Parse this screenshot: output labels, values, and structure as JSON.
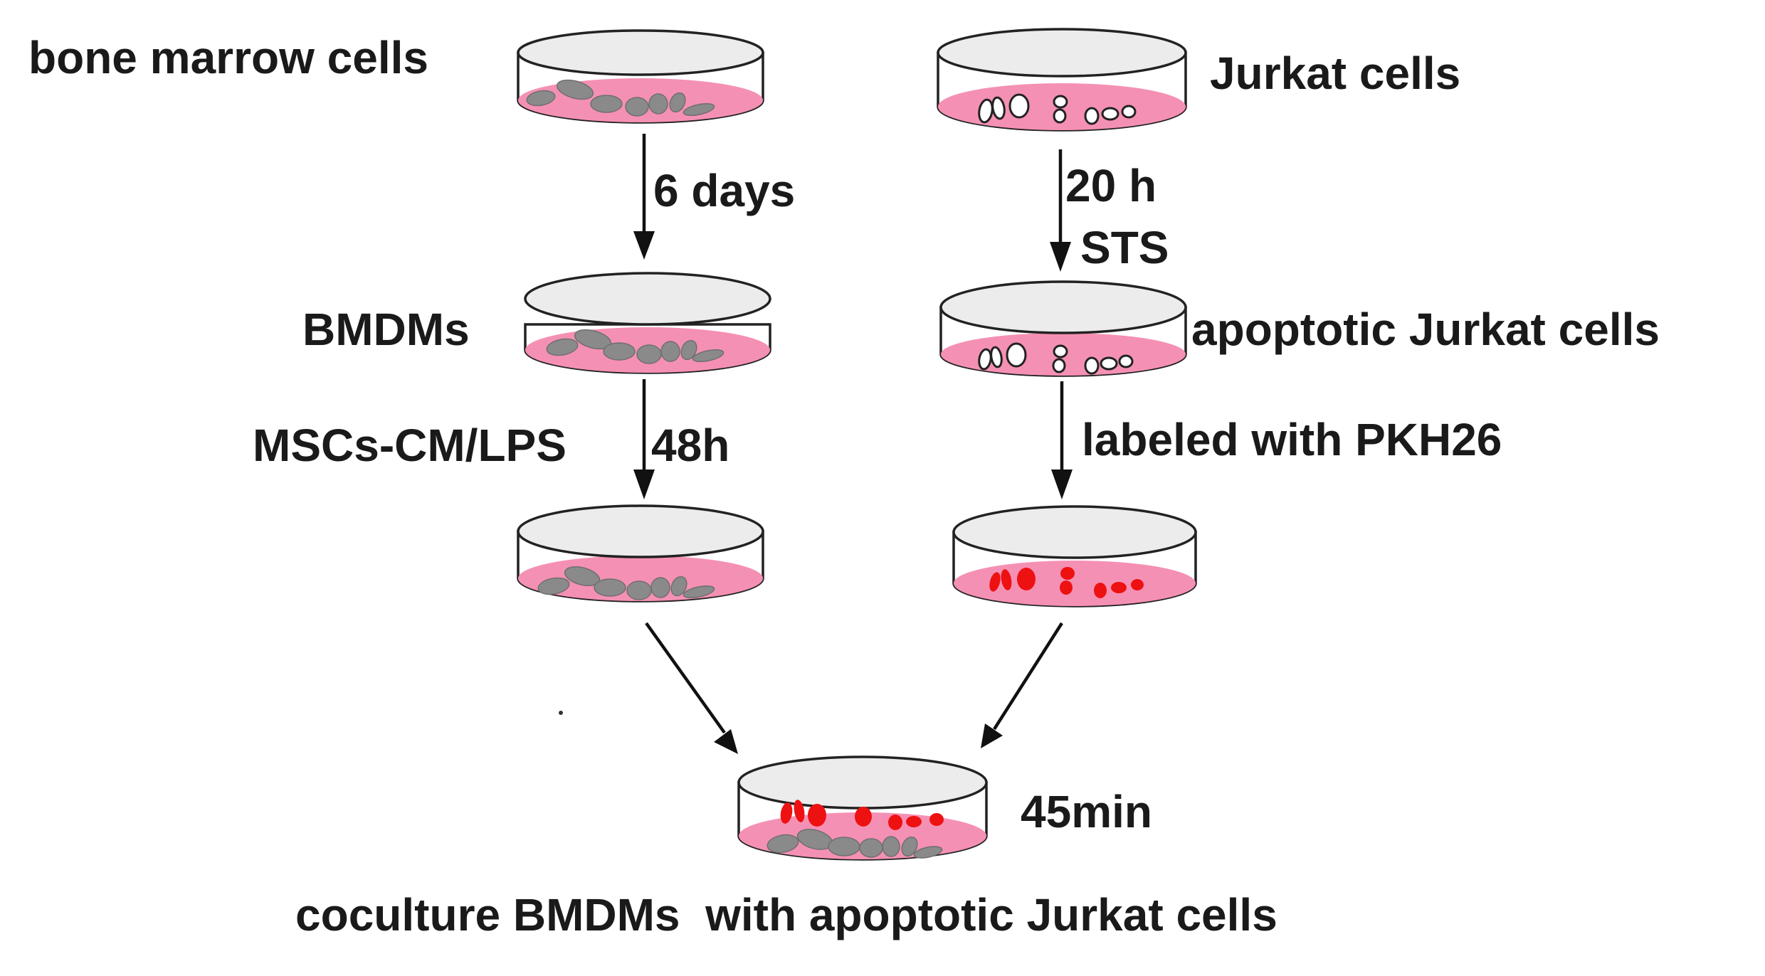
{
  "labels": {
    "bone_marrow": "bone marrow cells",
    "jurkat": "Jurkat cells",
    "six_days": "6 days",
    "twenty_h": "20 h",
    "sts": "STS",
    "bmdms": "BMDMs",
    "apoptotic": "apoptotic Jurkat cells",
    "mscs_cm": "MSCs-CM/LPS",
    "fortyeight_h": "48h",
    "pkh26": "labeled with PKH26",
    "fortyfive_min": "45min",
    "coculture": "coculture BMDMs  with apoptotic Jurkat cells"
  },
  "colors": {
    "medium": "#f590b5",
    "gray_cell": "#8a8a8a",
    "red_cell": "#ee1111",
    "outline": "#222222"
  }
}
